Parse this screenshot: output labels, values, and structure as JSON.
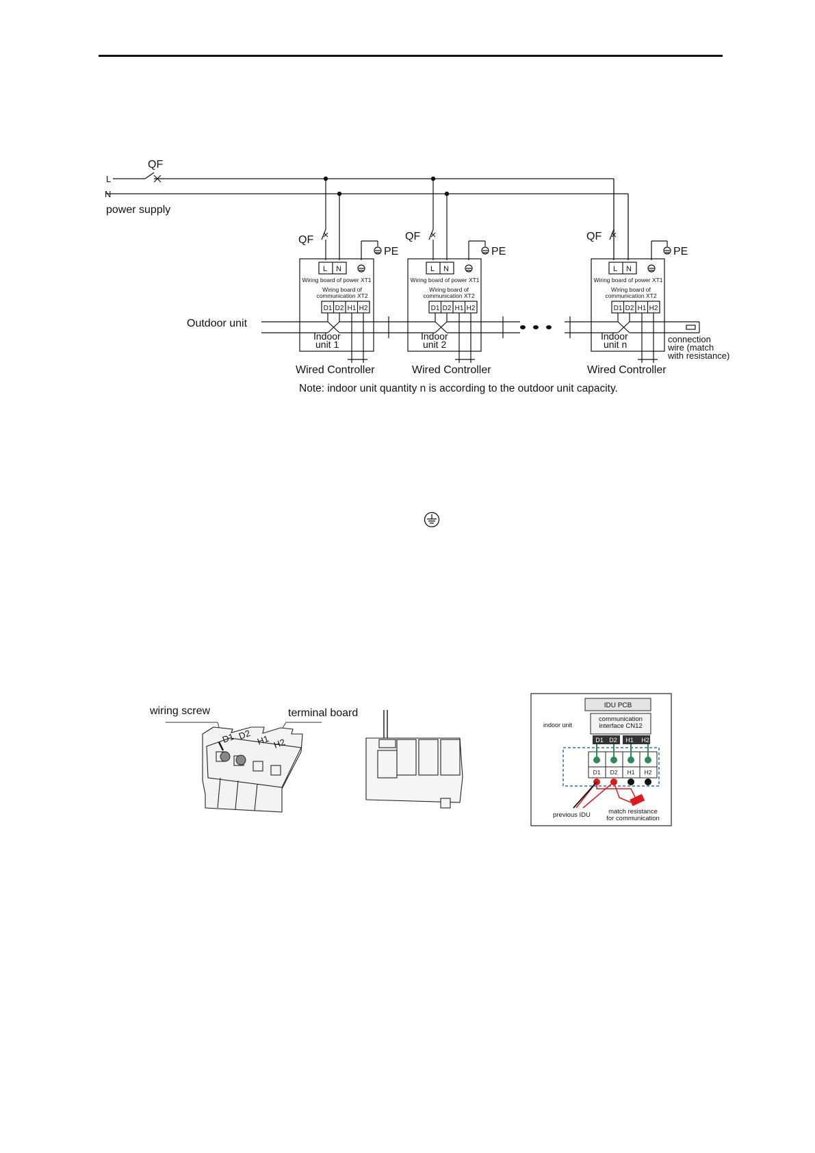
{
  "wiring_diagram": {
    "breaker_label": "QF",
    "line_l": "L",
    "line_n": "N",
    "power_supply": "power supply",
    "pe_label": "PE",
    "terminal_l": "L",
    "terminal_n": "N",
    "xt1_label": "Wiring board of power XT1",
    "xt2_line1": "Wiring board of",
    "xt2_line2": "communication  XT2",
    "comm_terminals": [
      "D1",
      "D2",
      "H1",
      "H2"
    ],
    "outdoor_unit": "Outdoor unit",
    "indoor_units": [
      {
        "line1": "Indoor",
        "line2": "unit 1"
      },
      {
        "line1": "Indoor",
        "line2": "unit 2"
      },
      {
        "line1": "Indoor",
        "line2": "unit n"
      }
    ],
    "wired_controller": "Wired Controller",
    "connection_wire": [
      "connection",
      "wire (match",
      "with resistance)"
    ],
    "note": "Note: indoor unit quantity n is according to the outdoor unit capacity."
  },
  "terminal_photos": {
    "wiring_screw": "wiring screw",
    "terminal_board": "terminal board",
    "board_terminals": [
      "D1",
      "D2",
      "H1",
      "H2"
    ]
  },
  "idu_pcb_panel": {
    "pcb_title": "IDU PCB",
    "indoor_unit": "indoor unit",
    "comm_line1": "communication",
    "comm_line2": "interface CN12",
    "pins": [
      "D1",
      "D2",
      "H1",
      "H2"
    ],
    "previous_idu": "previous IDU",
    "match_line1": "match resistance",
    "match_line2": "for communication",
    "colors": {
      "green": "#2e8b57",
      "red": "#e01a1a",
      "blue_dashed": "#2a6db5"
    }
  }
}
